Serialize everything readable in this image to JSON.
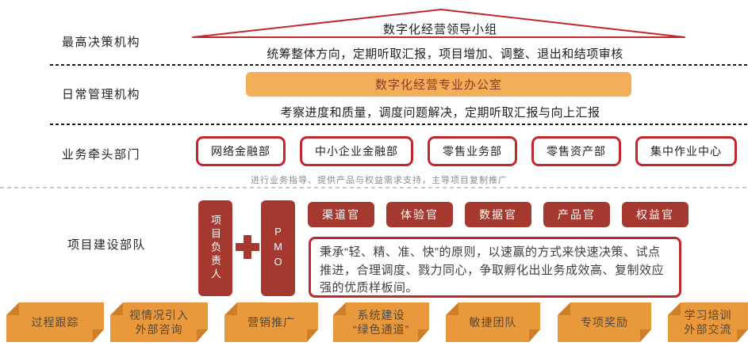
{
  "colors": {
    "crimson_outline": "#C1272D",
    "brick_fill": "#A6392F",
    "orange_bar_fill": "#F2AE58",
    "orange_bar_text": "#8F3A22",
    "banner_fill": "#E9993B",
    "banner_fold": "#CE7F28",
    "banner_text": "#54483A",
    "muted_caption": "#8A8A8A"
  },
  "sections": {
    "decision": {
      "label": "最高决策机构",
      "group_name": "数字化经营领导小组",
      "caption": "统筹整体方向，定期听取汇报，项目增加、调整、退出和结项审核"
    },
    "management": {
      "label": "日常管理机构",
      "office_name": "数字化经营专业办公室",
      "caption": "考察进度和质量，调度问题解决，定期听取汇报与向上汇报"
    },
    "lead_departments": {
      "label": "业务牵头部门",
      "departments": [
        "网络金融部",
        "中小企业金融部",
        "零售业务部",
        "零售资产部",
        "集中作业中心"
      ],
      "caption": "进行业务指导、提供产品与权益需求支持，主导项目复制推广"
    },
    "project_team": {
      "label": "项目建设部队",
      "leader_box": "项目负责人",
      "pmo_box": "PMO",
      "officers": [
        "渠道官",
        "体验官",
        "数据官",
        "产品官",
        "权益官"
      ],
      "principle": "秉承“轻、精、准、快”的原则，以速赢的方式来快速决策、试点推进，合理调度、戮力同心，争取孵化出业务成效高、复制效应强的优质样板间。"
    },
    "support_banners": [
      {
        "line1": "过程跟踪",
        "line2": ""
      },
      {
        "line1": "视情况引入",
        "line2": "外部咨询"
      },
      {
        "line1": "营销推广",
        "line2": ""
      },
      {
        "line1": "系统建设",
        "line2": "“绿色通道”"
      },
      {
        "line1": "敏捷团队",
        "line2": ""
      },
      {
        "line1": "专项奖励",
        "line2": ""
      },
      {
        "line1": "学习培训",
        "line2": "外部交流"
      }
    ]
  }
}
